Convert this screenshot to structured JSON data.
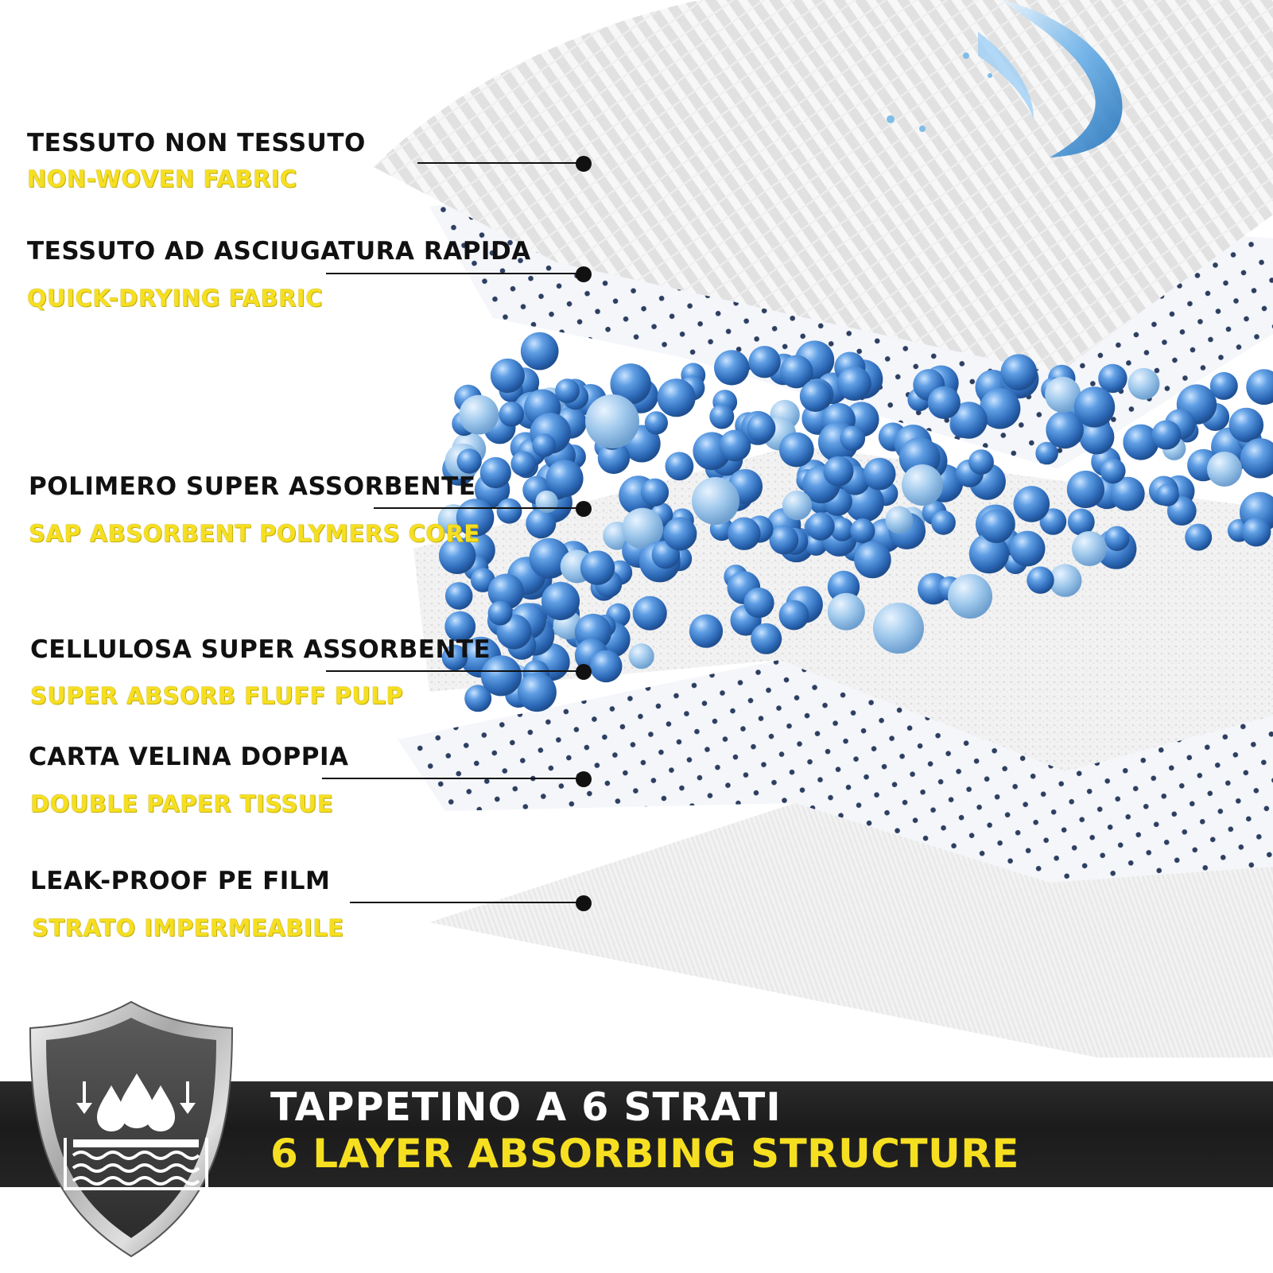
{
  "colors": {
    "yellow": "#f6df20",
    "banner": "#222121",
    "bead_blue": "#3a7fd0"
  },
  "layers": [
    {
      "name_it": "TESSUTO NON TESSUTO",
      "name_en": "NON-WOVEN FABRIC"
    },
    {
      "name_it": "TESSUTO AD ASCIUGATURA RAPIDA",
      "name_en": "QUICK-DRYING FABRIC"
    },
    {
      "name_it": "POLIMERO SUPER ASSORBENTE",
      "name_en": "SAP ABSORBENT POLYMERS CORE"
    },
    {
      "name_it": "CELLULOSA SUPER ASSORBENTE",
      "name_en": "SUPER ABSORB FLUFF PULP"
    },
    {
      "name_it": "CARTA VELINA DOPPIA",
      "name_en": "DOUBLE PAPER TISSUE"
    },
    {
      "name_it": "LEAK-PROOF PE FILM",
      "name_en": "STRATO IMPERMEABILE"
    }
  ],
  "banner": {
    "title_it": "TAPPETINO A 6 STRATI",
    "title_en": "6 LAYER ABSORBING STRUCTURE",
    "icon": "waterproof-shield-icon"
  }
}
